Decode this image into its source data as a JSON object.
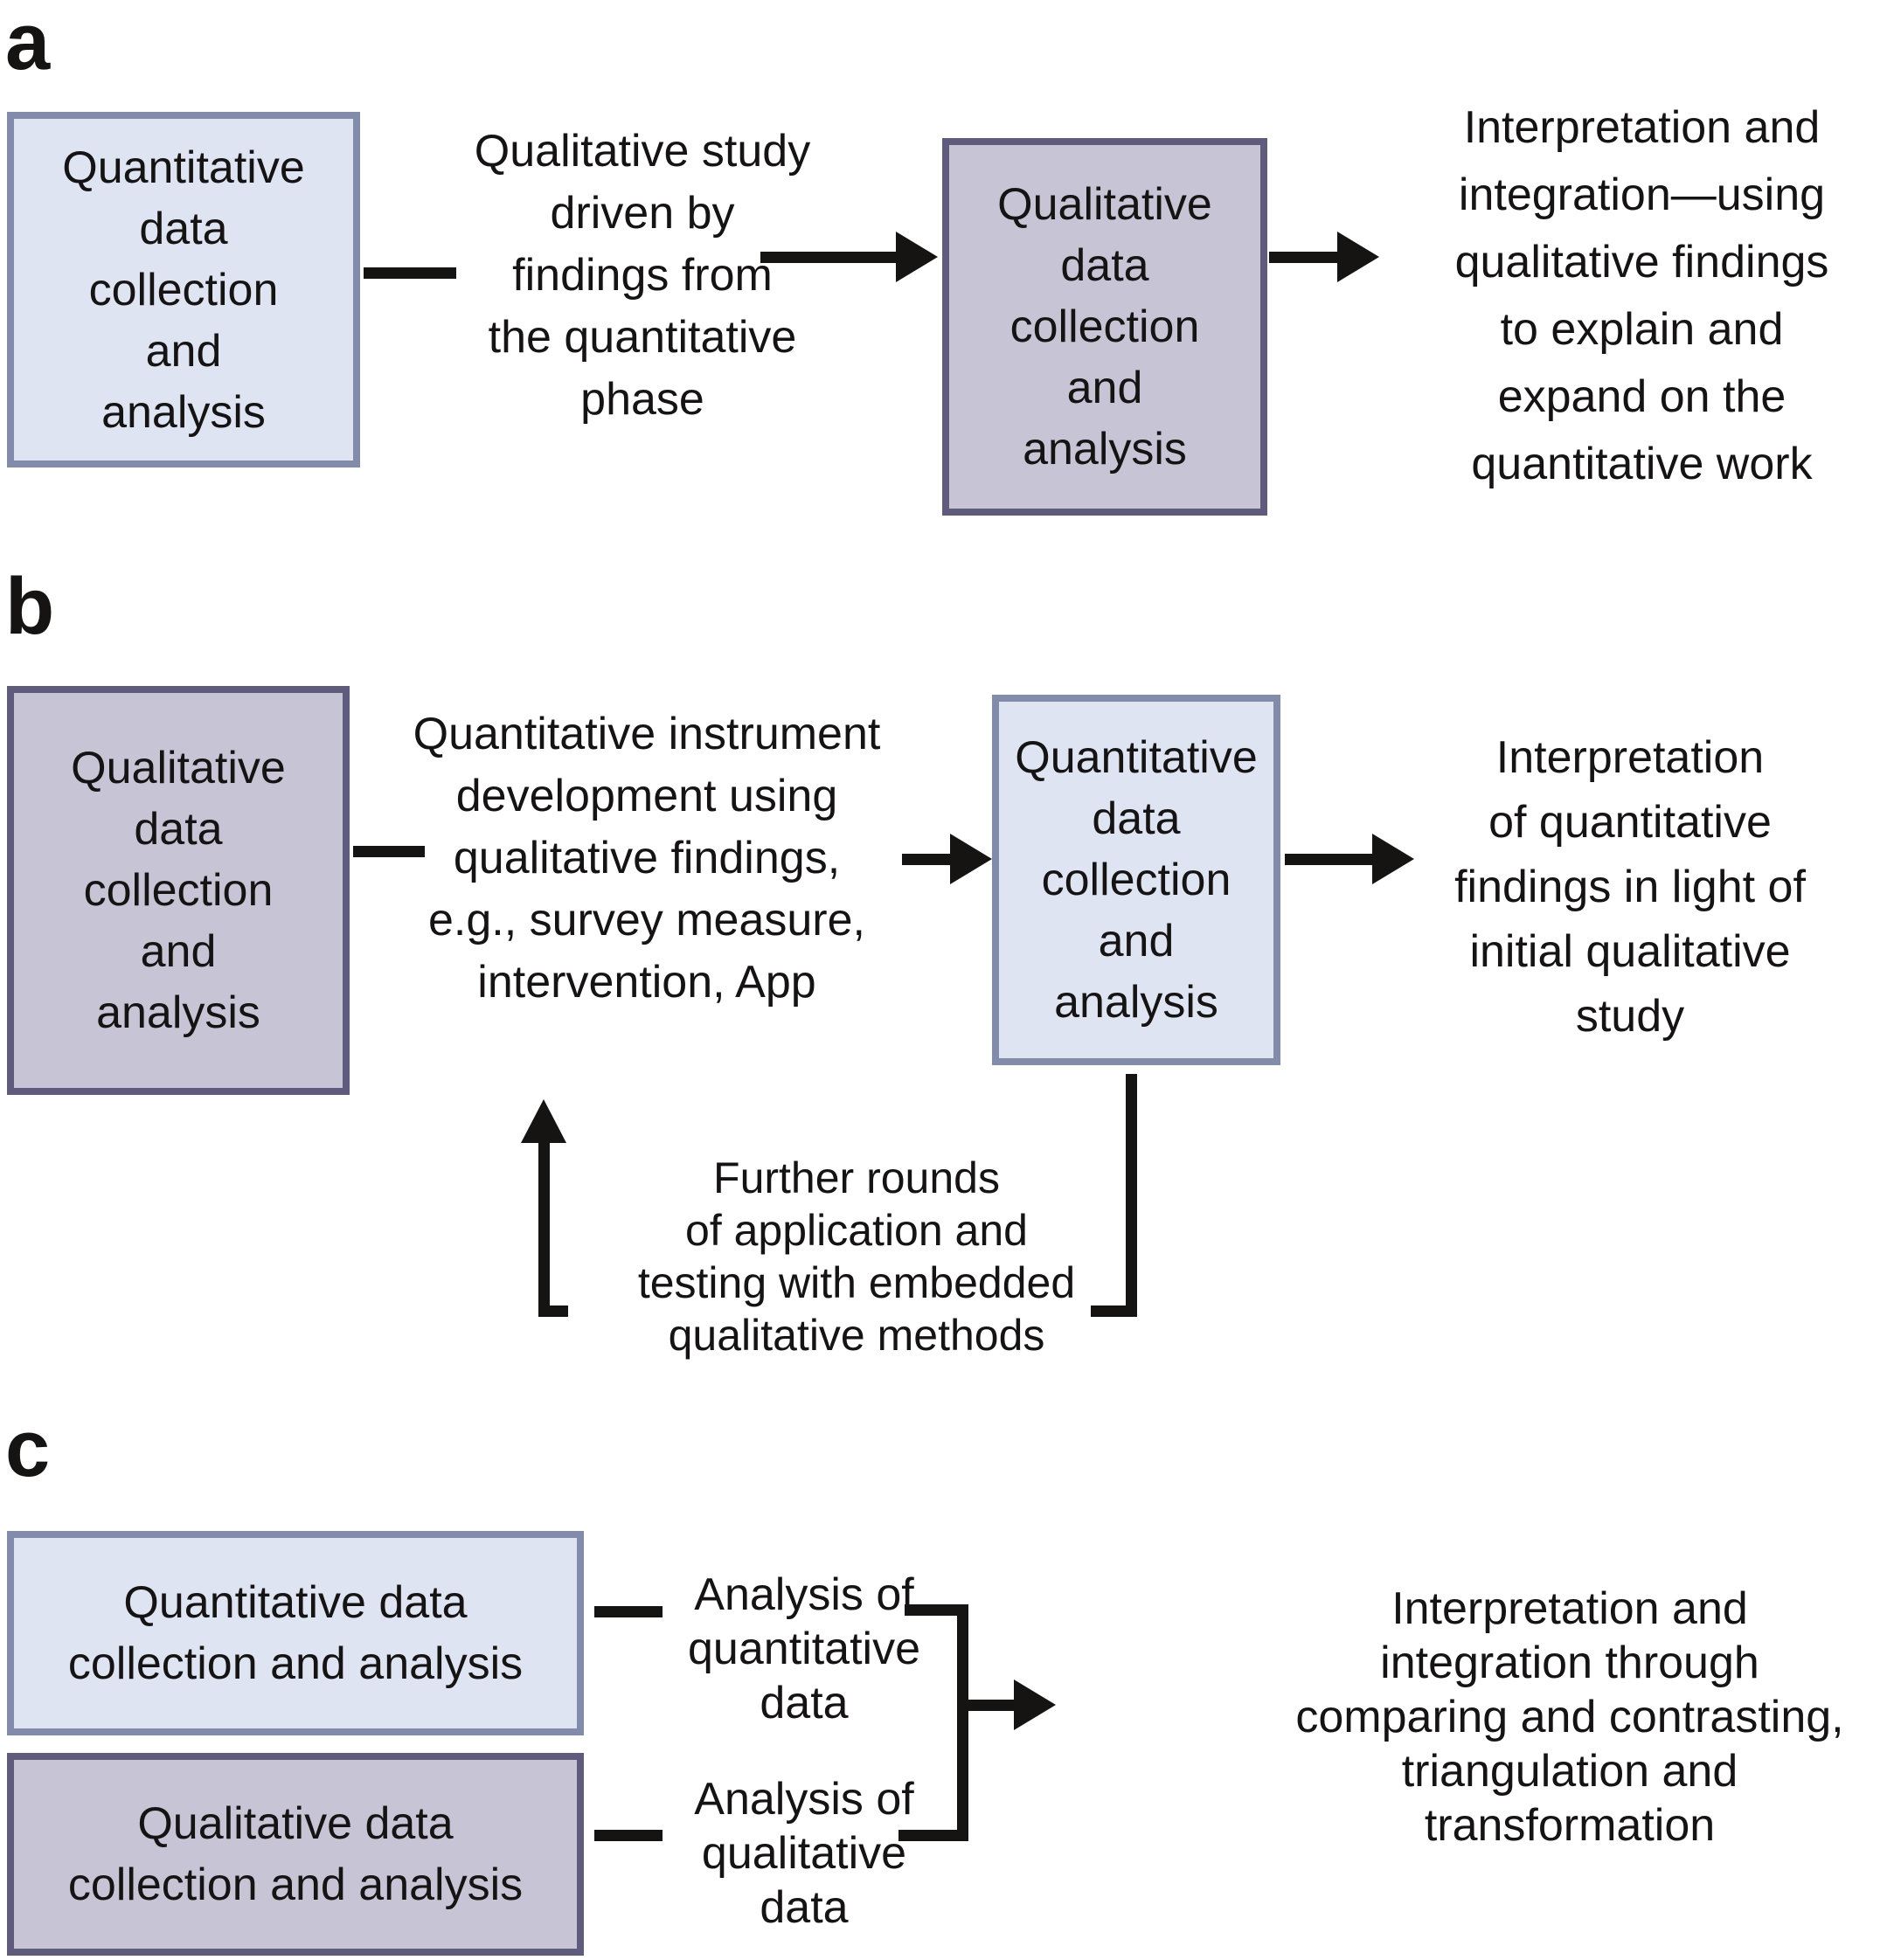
{
  "figure": {
    "description_boxes": {
      "quantitative_stacked": "Quantitative\ndata\ncollection\nand\nanalysis",
      "qualitative_stacked": "Qualitative\ndata\ncollection\nand\nanalysis",
      "quantitative_wide": "Quantitative data\ncollection and analysis",
      "qualitative_wide": "Qualitative data\ncollection and analysis"
    }
  },
  "panel_a": {
    "label": "a",
    "box1_text": "Quantitative\ndata\ncollection\nand\nanalysis",
    "driver_text": "Qualitative study\ndriven by\nfindings from\nthe quantitative\nphase",
    "box2_text": "Qualitative\ndata\ncollection\nand\nanalysis",
    "outcome_text": "Interpretation and\nintegration—using\nqualitative findings\nto explain and\nexpand on the\nquantitative work"
  },
  "panel_b": {
    "label": "b",
    "box1_text": "Qualitative\ndata\ncollection\nand\nanalysis",
    "instrument_text": "Quantitative instrument\ndevelopment using\nqualitative findings,\ne.g., survey measure,\nintervention, App",
    "box2_text": "Quantitative\ndata\ncollection\nand\nanalysis",
    "outcome_text": "Interpretation\nof quantitative\nfindings in light of\ninitial qualitative\nstudy",
    "feedback_text": "Further rounds\nof application and\ntesting with embedded\nqualitative methods"
  },
  "panel_c": {
    "label": "c",
    "box1_text": "Quantitative data\ncollection and analysis",
    "box2_text": "Qualitative data\ncollection and analysis",
    "analysis1_text": "Analysis of\nquantitative data",
    "analysis2_text": "Analysis of\nqualitative data",
    "outcome_text": "Interpretation and\nintegration through\ncomparing and contrasting,\ntriangulation and\ntransformation"
  },
  "colors": {
    "quantitative_fill": "#dfe4f3",
    "quantitative_border": "#828baa",
    "qualitative_fill": "#c7c4d5",
    "qualitative_border": "#5f5b7d",
    "line_color": "#161313",
    "text_color": "#151313"
  }
}
